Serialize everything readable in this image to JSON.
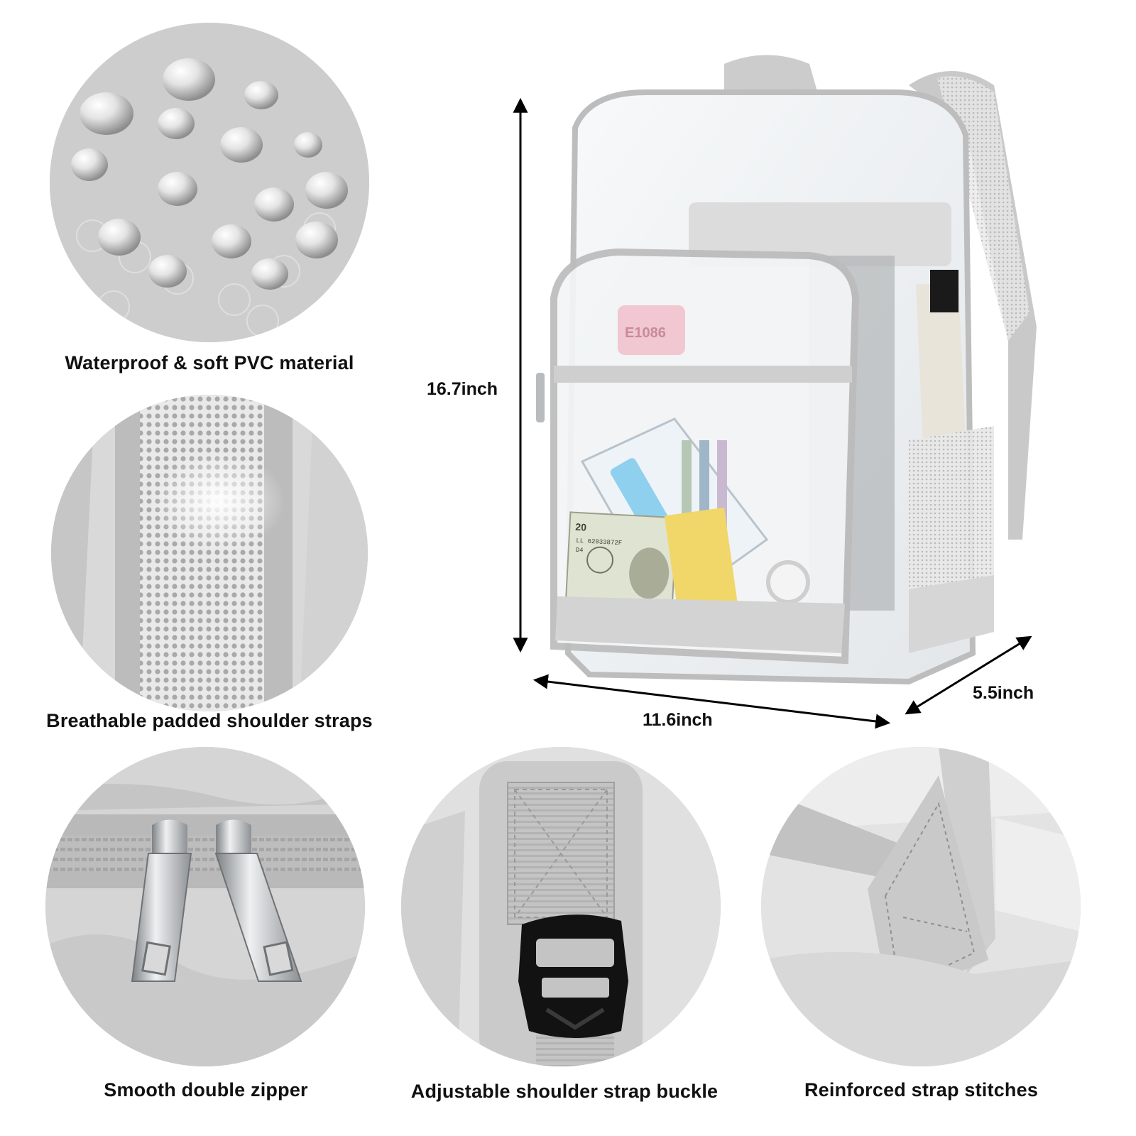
{
  "features": [
    {
      "caption": "Waterproof & soft PVC material"
    },
    {
      "caption": "Breathable padded shoulder straps"
    },
    {
      "caption": "Smooth double zipper"
    },
    {
      "caption": "Adjustable shoulder strap buckle"
    },
    {
      "caption": "Reinforced strap stitches"
    }
  ],
  "dimensions": {
    "height": "16.7inch",
    "width": "11.6inch",
    "depth": "5.5inch"
  },
  "bill": {
    "serial": "LL 62033872F",
    "code": "D4"
  },
  "colors": {
    "trim": "#c8c8c8",
    "pvc": "#eef1f3",
    "buckle": "#111111",
    "zipper": "#bfc3c6"
  }
}
